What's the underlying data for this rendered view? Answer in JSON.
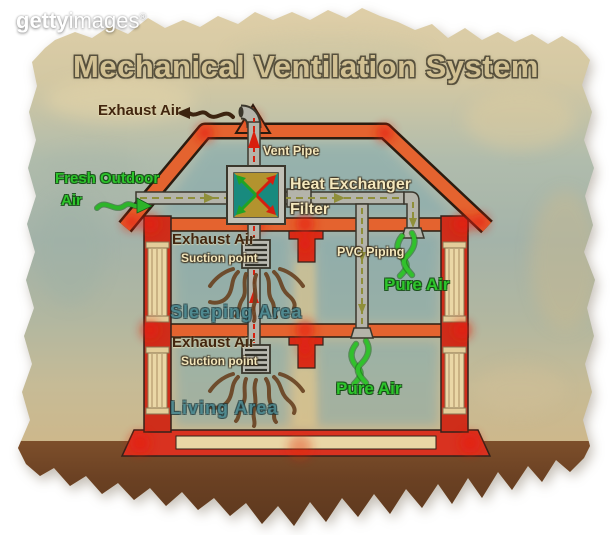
{
  "watermark": {
    "brand_bold": "getty",
    "brand_light": "images",
    "registered": "®"
  },
  "title": "Mechanical Ventilation System",
  "diagram": {
    "labels": {
      "exhaust_air_top": "Exhaust Air",
      "vent_pipe": "Vent Pipe",
      "fresh_outdoor_air_line1": "Fresh Outdoor",
      "fresh_outdoor_air_line2": "Air",
      "heat_exchanger": "Heat Exchanger",
      "filter": "Filter",
      "exhaust_air_upper": "Exhaust Air",
      "suction_point_upper": "Suction point",
      "pvc_piping": "PVC Piping",
      "pure_air_upper": "Pure Air",
      "sleeping_area": "Sleeping Area",
      "exhaust_air_lower": "Exhaust Air",
      "suction_point_lower": "Suction point",
      "pure_air_lower": "Pure Air",
      "living_area": "Living Area"
    },
    "colors": {
      "roof_orange": "#e4632f",
      "hot_red": "#e61d0c",
      "wall_tan": "#ead7a6",
      "duct_gray": "#b4b4aa",
      "pure_air_green": "#2ec52c",
      "label_cream": "#f3e7bc",
      "label_brown": "#42260f",
      "area_teal": "#47858e",
      "ground_brown": "#6b4123",
      "sky_tan": "#d8c7a0",
      "sky_teal": "#a7b6aa",
      "title_tan": "#d2c193"
    }
  }
}
